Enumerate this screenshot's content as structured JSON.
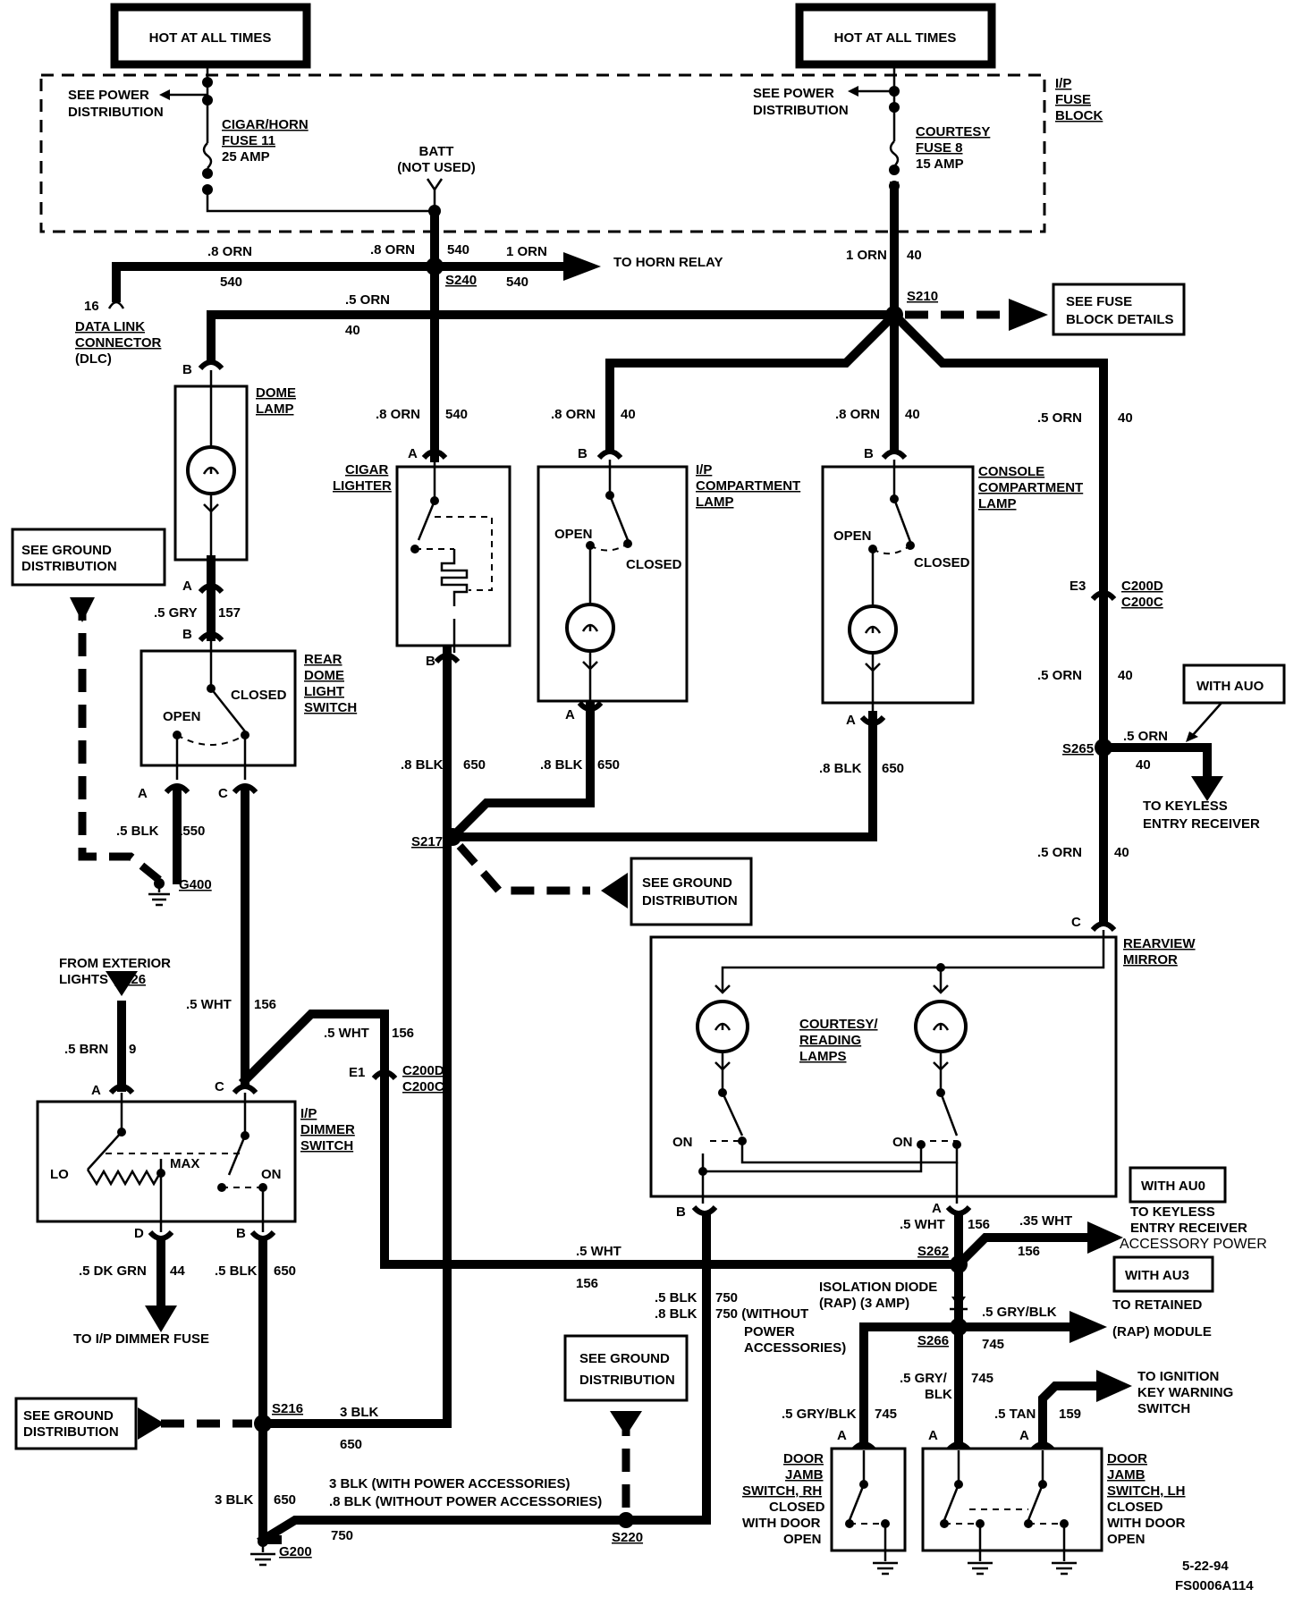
{
  "headers": {
    "hot_left": "HOT AT ALL TIMES",
    "hot_right": "HOT AT ALL TIMES"
  },
  "fuse_block": {
    "title_l1": "I/P",
    "title_l2": "FUSE",
    "title_l3": "BLOCK",
    "see_power_l1": "SEE POWER",
    "see_power_l2": "DISTRIBUTION",
    "fuse11_l1": "CIGAR/HORN",
    "fuse11_l2": "FUSE 11",
    "fuse11_l3": "25 AMP",
    "fuse8_l1": "COURTESY",
    "fuse8_l2": "FUSE 8",
    "fuse8_l3": "15 AMP",
    "batt_l1": "BATT",
    "batt_l2": "(NOT USED)"
  },
  "wires": {
    "w8orn": ".8 ORN",
    "w540": "540",
    "w1orn": "1 ORN",
    "w40": "40",
    "w5orn": ".5 ORN",
    "w8blk": ".8 BLK",
    "w650": "650",
    "w5gry": ".5 GRY",
    "w157": "157",
    "w5blk": ".5 BLK",
    "w1550": "1550",
    "w5wht": ".5 WHT",
    "w156": "156",
    "w5brn": ".5 BRN",
    "w9": "9",
    "w5dkgrn": ".5 DK GRN",
    "w44": "44",
    "w3blk": "3 BLK",
    "w3blk_pa": "3 BLK  (WITH POWER ACCESSORIES)",
    "w8blk_npa": ".8 BLK  (WITHOUT POWER ACCESSORIES)",
    "w750": "750",
    "w750_npa_l1": "750 (WITHOUT",
    "w750_npa_l2": "POWER",
    "w750_npa_l3": "ACCESSORIES)",
    "w35wht": ".35 WHT",
    "w5grybk": ".5 GRY/BLK",
    "w745": "745",
    "w5gry_l1": ".5 GRY/",
    "w5gry_l2": "BLK",
    "w5tan": ".5 TAN",
    "w159": "159"
  },
  "splices": {
    "s240": "S240",
    "s210": "S210",
    "s217": "S217",
    "s265": "S265",
    "s216": "S216",
    "s220": "S220",
    "s262": "S262",
    "s266": "S266"
  },
  "grounds": {
    "g400": "G400",
    "g200": "G200"
  },
  "refs": {
    "to_horn_relay": "TO HORN RELAY",
    "see_fuse_l1": "SEE FUSE",
    "see_fuse_l2": "BLOCK DETAILS",
    "dlc_pin": "16",
    "dlc_l1": "DATA LINK",
    "dlc_l2": "CONNECTOR",
    "dlc_l3": "(DLC)",
    "see_ground_l1": "SEE GROUND",
    "see_ground_l2": "DISTRIBUTION",
    "with_auo": "WITH AUO",
    "with_au0": "WITH AU0",
    "with_au3": "WITH AU3",
    "keyless_l1": "TO KEYLESS",
    "keyless_l2": "ENTRY RECEIVER",
    "keyless2_l1": "TO KEYLESS",
    "keyless2_l2": "ENTRY RECEIVER",
    "keyless2_l3": "ACCESSORY POWER",
    "rap_l1": "TO RETAINED",
    "rap_l2": "(RAP) MODULE",
    "ign_l1": "TO IGNITION",
    "ign_l2": "KEY WARNING",
    "ign_l3": "SWITCH",
    "from_ext_l1": "FROM EXTERIOR",
    "from_ext_l2": "LIGHTS",
    "from_ext_s226": "S226",
    "to_dimmer_fuse": "TO I/P DIMMER FUSE",
    "iso_l1": "ISOLATION DIODE",
    "iso_l2": "(RAP)  (3 AMP)"
  },
  "components": {
    "dome_l1": "DOME",
    "dome_l2": "LAMP",
    "cigar_l1": "CIGAR",
    "cigar_l2": "LIGHTER",
    "ipcomp_l1": "I/P",
    "ipcomp_l2": "COMPARTMENT",
    "ipcomp_l3": "LAMP",
    "console_l1": "CONSOLE",
    "console_l2": "COMPARTMENT",
    "console_l3": "LAMP",
    "rear_l1": "REAR",
    "rear_l2": "DOME",
    "rear_l3": "LIGHT",
    "rear_l4": "SWITCH",
    "rearview_l1": "REARVIEW",
    "rearview_l2": "MIRROR",
    "courtesy_l1": "COURTESY/",
    "courtesy_l2": "READING",
    "courtesy_l3": "LAMPS",
    "dimmer_l1": "I/P",
    "dimmer_l2": "DIMMER",
    "dimmer_l3": "SWITCH",
    "djrh_l1": "DOOR",
    "djrh_l2": "JAMB",
    "djrh_l3": "SWITCH, RH",
    "djlh_l1": "DOOR",
    "djlh_l2": "JAMB",
    "djlh_l3": "SWITCH, LH",
    "closed": "CLOSED",
    "open": "OPEN",
    "on": "ON",
    "lo": "LO",
    "max": "MAX",
    "with_door": "WITH DOOR"
  },
  "connectors": {
    "a": "A",
    "b": "B",
    "c": "C",
    "d": "D",
    "e1": "E1",
    "e3": "E3",
    "c200d": "C200D",
    "c200c": "C200C"
  },
  "footer": {
    "date": "5-22-94",
    "code": "FS0006A114"
  }
}
